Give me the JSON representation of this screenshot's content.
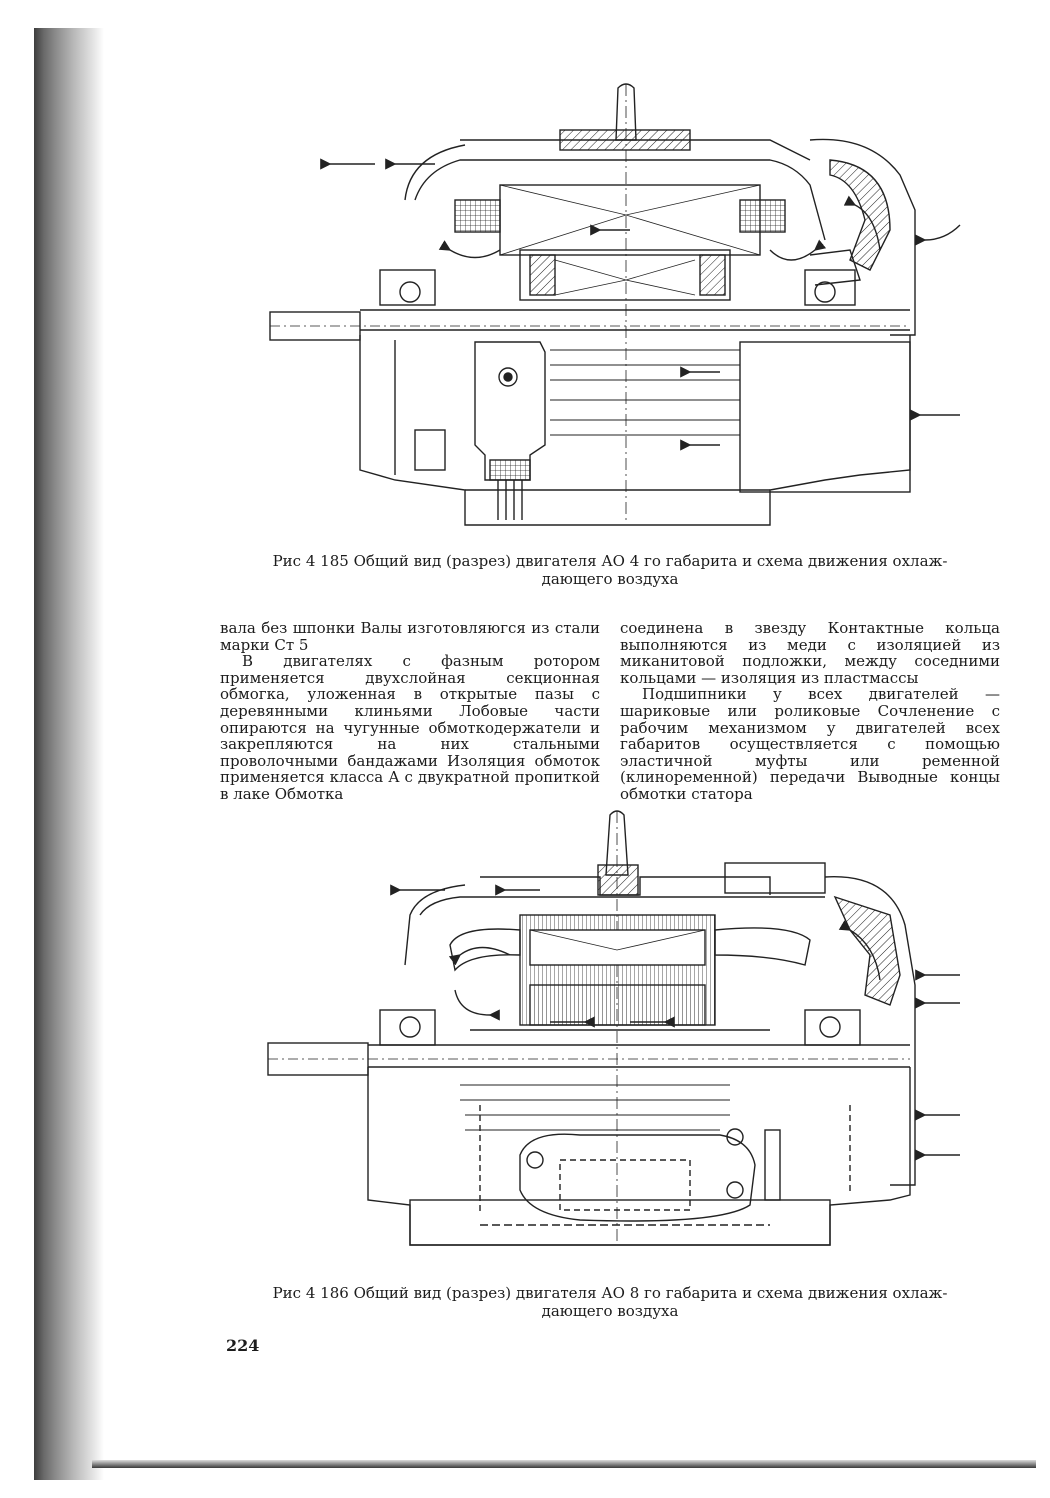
{
  "figure_185": {
    "caption_line1": "Рис 4 185 Общий вид (разрез) двигателя АО 4 го габарита и схема движения охлаж-",
    "caption_line2": "дающего воздуха"
  },
  "body_text": {
    "left_column": {
      "p1": "вала без шпонки Валы изготовляюгся из стали марки Ст 5",
      "p2": "В двигателях с фазным ротором применяется двухслойная секционная обмогка, уложенная в открытые пазы с деревянными клиньями Лобовые части опираются на чугунные обмоткодержатели и закрепляются на них стальными проволочными бандажами Изоляция обмоток применяется класса А с двукратной пропиткой в лаке Обмотка"
    },
    "right_column": {
      "p1": "соединена в звезду Контактные кольца выполняются из меди с изоляцией из миканитовой подложки, между соседними кольцами — изоляция из пластмассы",
      "p2": "Подшипники у всех двигателей — шариковые или роликовые Сочленение с рабочим механизмом у двигателей всех габаритов осуществляется с помощью эластичной муфты или ременной (клиноременной) передачи Выводные концы обмотки статора"
    }
  },
  "figure_186": {
    "caption_line1": "Рис 4 186 Общий вид (разрез) двигателя АО 8 го габарита и схема движения охлаж-",
    "caption_line2": "дающего воздуха"
  },
  "page": {
    "number": "224"
  }
}
